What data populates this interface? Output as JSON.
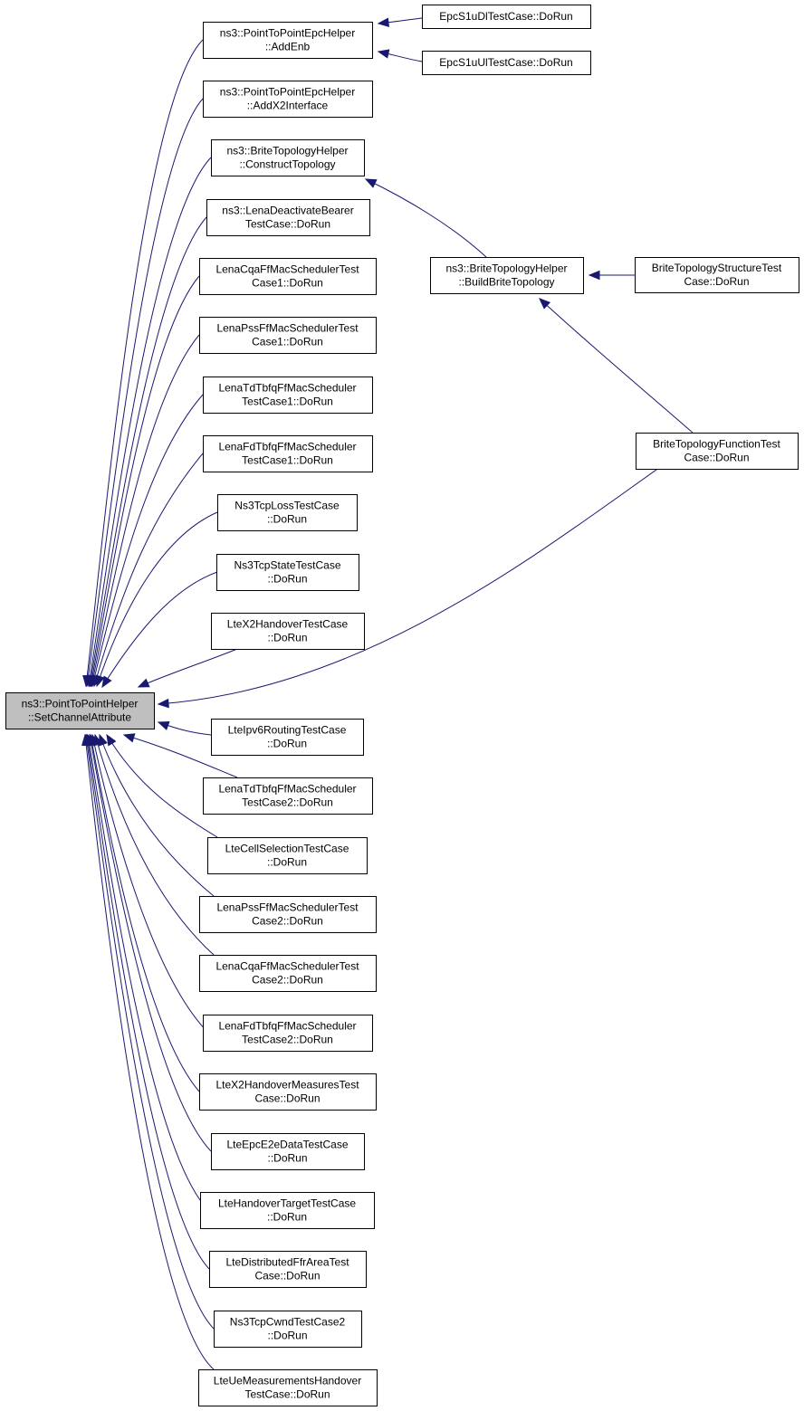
{
  "diagram": {
    "colors": {
      "edge": "#191970",
      "root_fill": "#bfbfbf",
      "node_fill": "#ffffff",
      "border": "#000000"
    },
    "nodes": [
      {
        "id": "root",
        "lines": [
          "ns3::PointToPointHelper",
          "::SetChannelAttribute"
        ]
      },
      {
        "id": "addenb",
        "lines": [
          "ns3::PointToPointEpcHelper",
          "::AddEnb"
        ]
      },
      {
        "id": "addx2",
        "lines": [
          "ns3::PointToPointEpcHelper",
          "::AddX2Interface"
        ]
      },
      {
        "id": "construct",
        "lines": [
          "ns3::BriteTopologyHelper",
          "::ConstructTopology"
        ]
      },
      {
        "id": "lenadeact",
        "lines": [
          "ns3::LenaDeactivateBearer",
          "TestCase::DoRun"
        ]
      },
      {
        "id": "cqa1",
        "lines": [
          "LenaCqaFfMacSchedulerTest",
          "Case1::DoRun"
        ]
      },
      {
        "id": "pss1",
        "lines": [
          "LenaPssFfMacSchedulerTest",
          "Case1::DoRun"
        ]
      },
      {
        "id": "tdtbfq1",
        "lines": [
          "LenaTdTbfqFfMacScheduler",
          "TestCase1::DoRun"
        ]
      },
      {
        "id": "fdtbfq1",
        "lines": [
          "LenaFdTbfqFfMacScheduler",
          "TestCase1::DoRun"
        ]
      },
      {
        "id": "tcploss",
        "lines": [
          "Ns3TcpLossTestCase",
          "::DoRun"
        ]
      },
      {
        "id": "tcpstate",
        "lines": [
          "Ns3TcpStateTestCase",
          "::DoRun"
        ]
      },
      {
        "id": "x2handover",
        "lines": [
          "LteX2HandoverTestCase",
          "::DoRun"
        ]
      },
      {
        "id": "ipv6",
        "lines": [
          "LteIpv6RoutingTestCase",
          "::DoRun"
        ]
      },
      {
        "id": "tdtbfq2",
        "lines": [
          "LenaTdTbfqFfMacScheduler",
          "TestCase2::DoRun"
        ]
      },
      {
        "id": "cellsel",
        "lines": [
          "LteCellSelectionTestCase",
          "::DoRun"
        ]
      },
      {
        "id": "pss2",
        "lines": [
          "LenaPssFfMacSchedulerTest",
          "Case2::DoRun"
        ]
      },
      {
        "id": "cqa2",
        "lines": [
          "LenaCqaFfMacSchedulerTest",
          "Case2::DoRun"
        ]
      },
      {
        "id": "fdtbfq2",
        "lines": [
          "LenaFdTbfqFfMacScheduler",
          "TestCase2::DoRun"
        ]
      },
      {
        "id": "x2meas",
        "lines": [
          "LteX2HandoverMeasuresTest",
          "Case::DoRun"
        ]
      },
      {
        "id": "epce2e",
        "lines": [
          "LteEpcE2eDataTestCase",
          "::DoRun"
        ]
      },
      {
        "id": "hotarget",
        "lines": [
          "LteHandoverTargetTestCase",
          "::DoRun"
        ]
      },
      {
        "id": "distffr",
        "lines": [
          "LteDistributedFfrAreaTest",
          "Case::DoRun"
        ]
      },
      {
        "id": "cwnd2",
        "lines": [
          "Ns3TcpCwndTestCase2",
          "::DoRun"
        ]
      },
      {
        "id": "uemeas",
        "lines": [
          "LteUeMeasurementsHandover",
          "TestCase::DoRun"
        ]
      },
      {
        "id": "s1udl",
        "lines": [
          "EpcS1uDlTestCase::DoRun"
        ]
      },
      {
        "id": "s1uul",
        "lines": [
          "EpcS1uUlTestCase::DoRun"
        ]
      },
      {
        "id": "buildbrite",
        "lines": [
          "ns3::BriteTopologyHelper",
          "::BuildBriteTopology"
        ]
      },
      {
        "id": "britestruct",
        "lines": [
          "BriteTopologyStructureTest",
          "Case::DoRun"
        ]
      },
      {
        "id": "britefunc",
        "lines": [
          "BriteTopologyFunctionTest",
          "Case::DoRun"
        ]
      }
    ],
    "edges": [
      {
        "from": "addenb",
        "to": "root"
      },
      {
        "from": "addx2",
        "to": "root"
      },
      {
        "from": "construct",
        "to": "root"
      },
      {
        "from": "lenadeact",
        "to": "root"
      },
      {
        "from": "cqa1",
        "to": "root"
      },
      {
        "from": "pss1",
        "to": "root"
      },
      {
        "from": "tdtbfq1",
        "to": "root"
      },
      {
        "from": "fdtbfq1",
        "to": "root"
      },
      {
        "from": "tcploss",
        "to": "root"
      },
      {
        "from": "tcpstate",
        "to": "root"
      },
      {
        "from": "x2handover",
        "to": "root"
      },
      {
        "from": "britefunc",
        "to": "root"
      },
      {
        "from": "ipv6",
        "to": "root"
      },
      {
        "from": "tdtbfq2",
        "to": "root"
      },
      {
        "from": "cellsel",
        "to": "root"
      },
      {
        "from": "pss2",
        "to": "root"
      },
      {
        "from": "cqa2",
        "to": "root"
      },
      {
        "from": "fdtbfq2",
        "to": "root"
      },
      {
        "from": "x2meas",
        "to": "root"
      },
      {
        "from": "epce2e",
        "to": "root"
      },
      {
        "from": "hotarget",
        "to": "root"
      },
      {
        "from": "distffr",
        "to": "root"
      },
      {
        "from": "cwnd2",
        "to": "root"
      },
      {
        "from": "uemeas",
        "to": "root"
      },
      {
        "from": "s1udl",
        "to": "addenb"
      },
      {
        "from": "s1uul",
        "to": "addenb"
      },
      {
        "from": "buildbrite",
        "to": "construct"
      },
      {
        "from": "britestruct",
        "to": "buildbrite"
      },
      {
        "from": "britefunc",
        "to": "buildbrite"
      }
    ]
  }
}
